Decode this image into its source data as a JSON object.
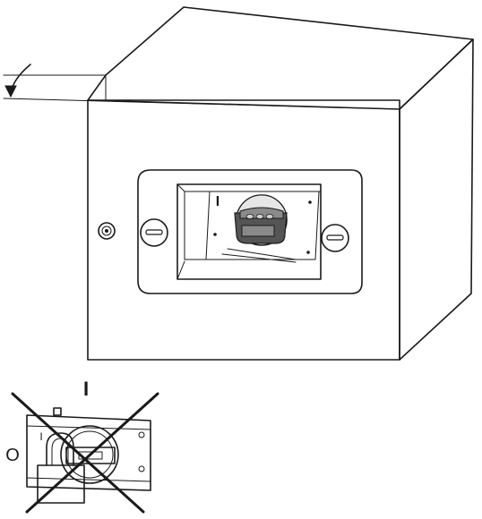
{
  "enclosure_figure": {
    "switch_position_label": "I",
    "colors": {
      "line": "#1a1a1a",
      "background": "#ffffff",
      "handle_dark": "#555555",
      "handle_mid": "#8a8a8a",
      "knob_light": "#e6e6e6"
    }
  },
  "padlock_figure": {
    "label_on": "I",
    "label_off": "O",
    "label_inner": "I",
    "crossed_out": true
  }
}
